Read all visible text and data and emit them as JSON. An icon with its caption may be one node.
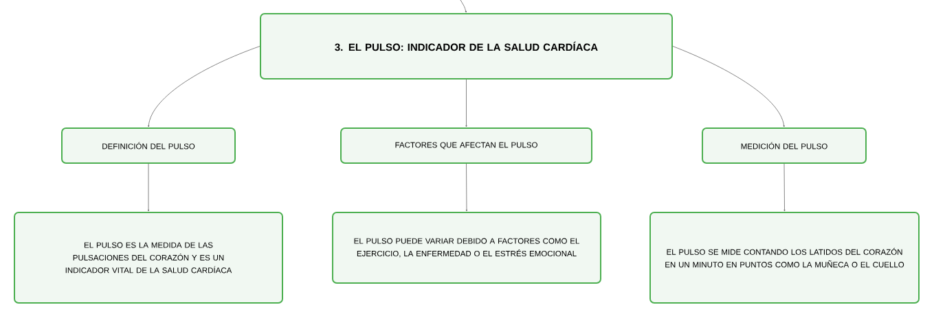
{
  "diagram": {
    "nodes": [
      {
        "text": [
          "3. EL PULSO: INDICADOR DE LA SALUD CARDÍACA"
        ]
      },
      {
        "text": [
          "DEFINICIÓN DEL PULSO"
        ]
      },
      {
        "text": [
          "FACTORES QUE AFECTAN EL PULSO"
        ]
      },
      {
        "text": [
          "MEDICIÓN DEL PULSO"
        ]
      },
      {
        "text": [
          "EL PULSO ES LA MEDIDA DE LAS PULSACIONES DEL CORAZÓN Y ES UN INDICADOR VITAL DE LA SALUD CARDÍACA"
        ]
      },
      {
        "text": [
          "EL PULSO PUEDE VARIAR DEBIDO A FACTORES COMO EL EJERCICIO, LA ENFERMEDAD O EL ESTRÉS EMOCIONAL"
        ]
      },
      {
        "text": [
          "EL PULSO SE MIDE CONTANDO LOS LATIDOS DEL CORAZÓN EN UN MINUTO EN PUNTOS COMO LA MUÑECA O EL CUELLO"
        ]
      }
    ],
    "edges": [
      {
        "from": null,
        "to": 0,
        "arrow": "to"
      },
      {
        "from": 0,
        "to": 1,
        "arrow": "to"
      },
      {
        "from": 0,
        "to": 2,
        "arrow": "to"
      },
      {
        "from": 0,
        "to": 3,
        "arrow": "to"
      },
      {
        "from": 1,
        "to": 4,
        "arrow": "to"
      },
      {
        "from": 2,
        "to": 5,
        "arrow": "to"
      },
      {
        "from": 3,
        "to": 6,
        "arrow": "to"
      }
    ]
  }
}
